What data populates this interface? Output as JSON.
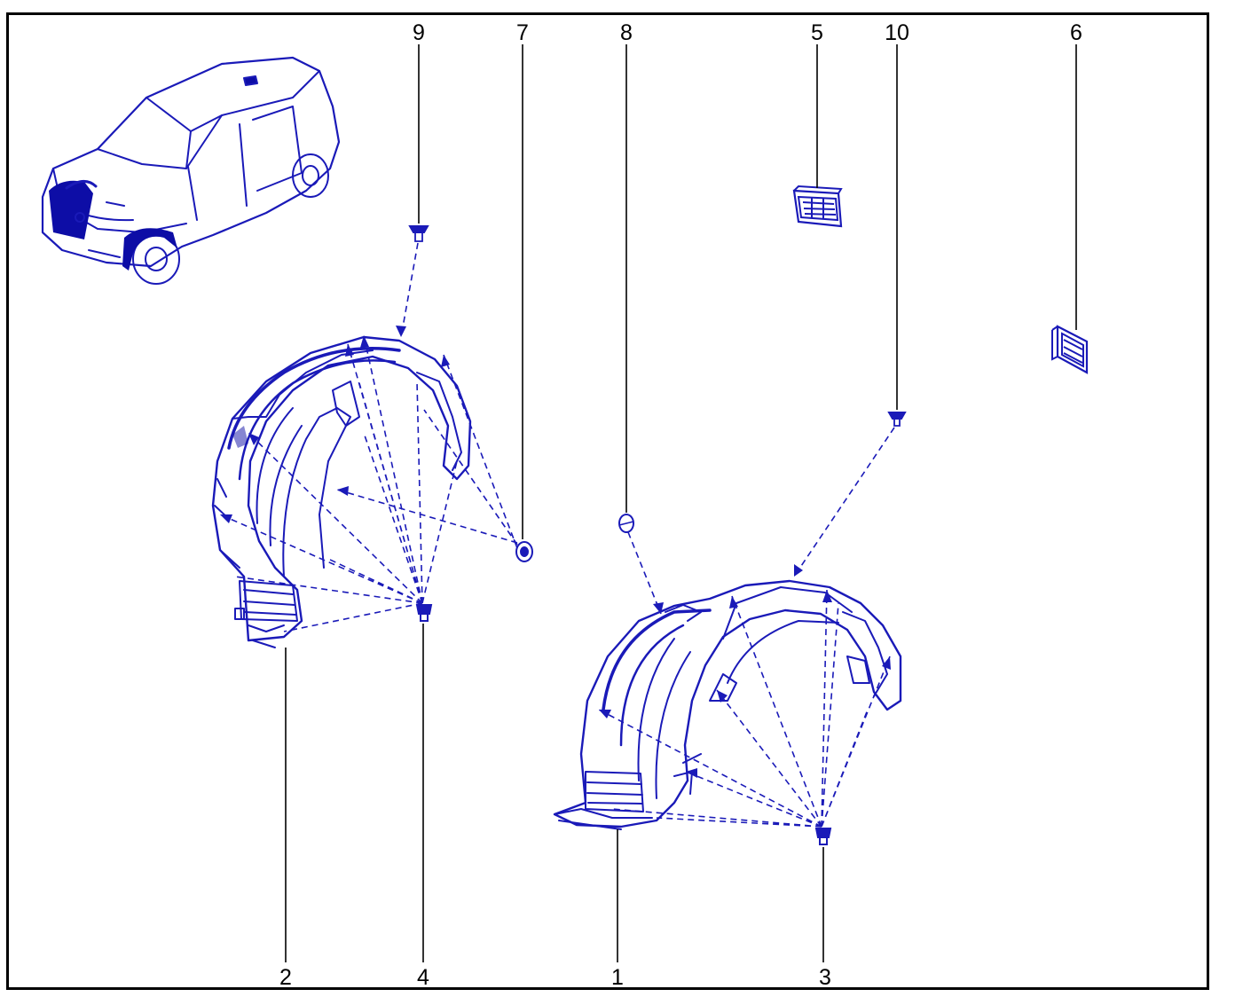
{
  "diagram": {
    "line_color": "#1a1ab8",
    "fill_color": "#0d0da6",
    "callouts": [
      "9",
      "7",
      "8",
      "5",
      "10",
      "6",
      "2",
      "4",
      "1",
      "3"
    ]
  }
}
